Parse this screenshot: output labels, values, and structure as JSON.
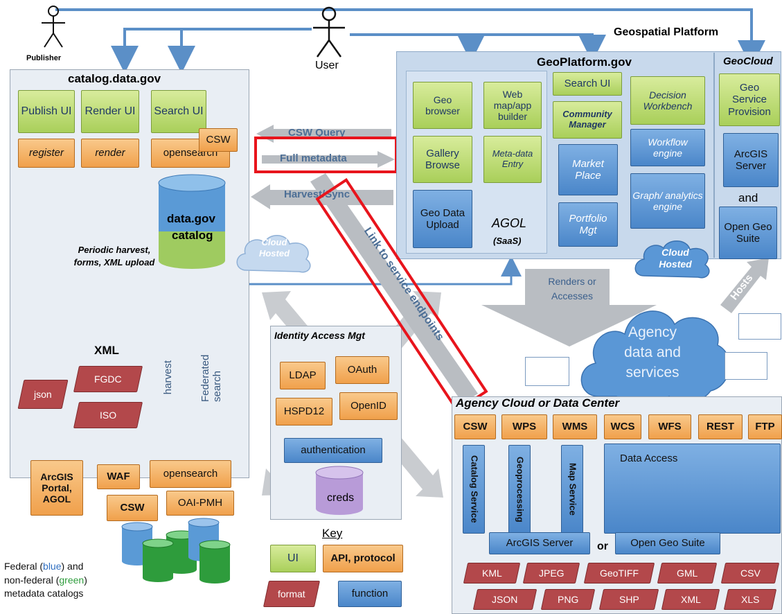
{
  "actors": {
    "publisher": "Publisher",
    "user": "User"
  },
  "platform_title": "Geospatial Platform",
  "catalog": {
    "title": "catalog.data.gov",
    "ui": [
      "Publish UI",
      "Render UI",
      "Search UI"
    ],
    "api": [
      "register",
      "render",
      "opensearch"
    ],
    "csw": "CSW",
    "db_line1": "data.gov",
    "db_line2": "catalog",
    "periodic": "Periodic harvest, forms, XML upload",
    "xml_label": "XML",
    "formats": [
      "json",
      "FGDC",
      "ISO"
    ],
    "harvest": "harvest",
    "federated": "Federated search"
  },
  "middle_arrows": {
    "csw_query": "CSW Query",
    "full_metadata": "Full metadata",
    "harvest_sync": "Harvest/Sync",
    "link_endpoints": "Link to service endpoints"
  },
  "cloud_hosted": "Cloud Hosted",
  "geoplatform": {
    "title": "GeoPlatform.gov",
    "geo_browser": "Geo browser",
    "web_builder": "Web map/app builder",
    "gallery": "Gallery Browse",
    "meta_entry": "Meta-data Entry",
    "geo_upload": "Geo Data Upload",
    "agol": "AGOL",
    "saas": "(SaaS)",
    "search_ui": "Search UI",
    "community": "Community Manager",
    "marketplace": "Market Place",
    "portfolio": "Portfolio Mgt",
    "decision": "Decision Workbench",
    "workflow": "Workflow engine",
    "graph": "Graph/ analytics engine"
  },
  "geocloud": {
    "title": "GeoCloud",
    "provision": "Geo Service Provision",
    "arcgis": "ArcGIS Server",
    "and": "and",
    "opengeo": "Open Geo Suite"
  },
  "renders_label": "Renders or Accesses",
  "hosts_label": "Hosts",
  "agency_data": "Agency data and services",
  "identity": {
    "title": "Identity Access Mgt",
    "ldap": "LDAP",
    "oauth": "OAuth",
    "hspd": "HSPD12",
    "openid": "OpenID",
    "auth": "authentication",
    "creds": "creds"
  },
  "agency": {
    "title": "Agency Cloud or Data Center",
    "services": [
      "CSW",
      "WPS",
      "WMS",
      "WCS",
      "WFS",
      "REST",
      "FTP"
    ],
    "catalog_service": "Catalog Service",
    "geoprocessing": "Geoprocessing",
    "map_service": "Map Service",
    "data_access": "Data Access",
    "arcgis_server": "ArcGIS Server",
    "or": "or",
    "open_geo_suite": "Open Geo Suite",
    "formats_row1": [
      "KML",
      "JPEG",
      "GeoTIFF",
      "GML",
      "CSV"
    ],
    "formats_row2": [
      "JSON",
      "PNG",
      "SHP",
      "XML",
      "XLS"
    ]
  },
  "catalogs_left": {
    "arcgis_portal": "ArcGIS Portal, AGOL",
    "waf": "WAF",
    "opensearch": "opensearch",
    "csw": "CSW",
    "oai": "OAI-PMH",
    "caption_a": "Federal (",
    "caption_blue": "blue",
    "caption_b": ") and",
    "caption_c": "non-federal (",
    "caption_green": "green",
    "caption_d": ")",
    "caption_e": "metadata catalogs"
  },
  "key": {
    "title": "Key",
    "ui": "UI",
    "api": "API, protocol",
    "format": "format",
    "function": "function"
  },
  "colors": {
    "ui_green": "#a9cf5a",
    "api_orange": "#f0a04b",
    "function_blue": "#4a86c9",
    "format_red": "#b3484b",
    "highlight_red": "#e8141c",
    "connector_blue": "#5b8fc7"
  }
}
